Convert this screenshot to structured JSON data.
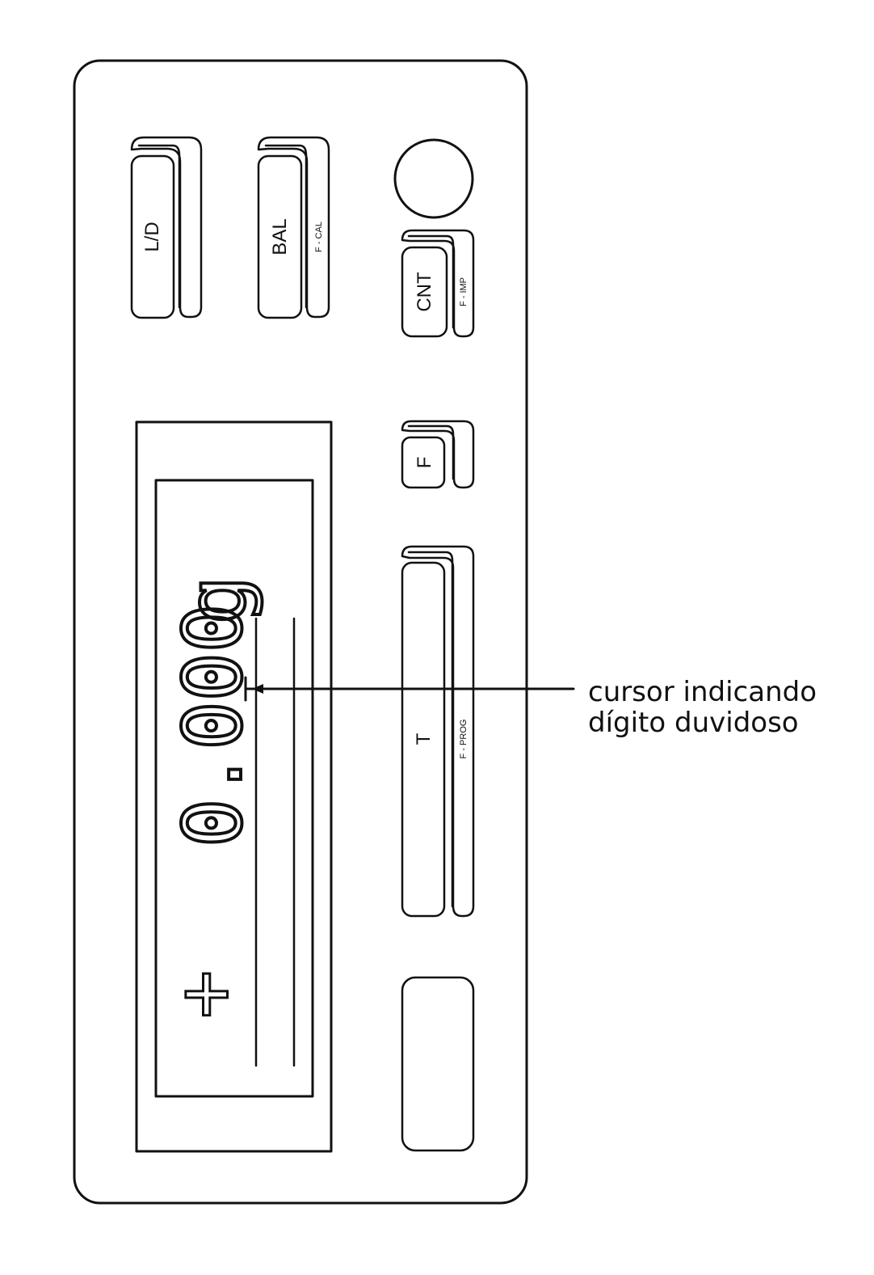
{
  "keys": {
    "ld": {
      "label": "L/D"
    },
    "bal": {
      "label": "BAL",
      "sub": "F - CAL"
    },
    "cnt": {
      "label": "CNT",
      "sub": "F - IMP"
    },
    "f": {
      "label": "F"
    },
    "t": {
      "label": "T",
      "sub": "F - PROG"
    }
  },
  "display": {
    "reading": "0.000",
    "unit": "g",
    "sign": "+"
  },
  "annotation": {
    "line1": "cursor indicando",
    "line2": "dígito duvidoso"
  }
}
